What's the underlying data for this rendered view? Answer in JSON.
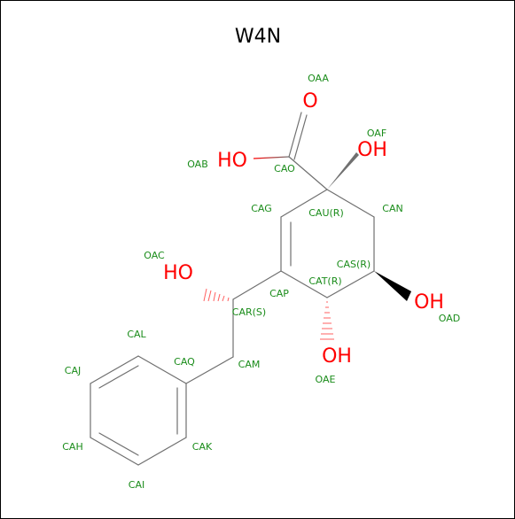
{
  "title": "W4N",
  "colors": {
    "bond": "#707070",
    "atom_label": "#1a8c1a",
    "heteroatom": "#ff0000",
    "title": "#000000"
  },
  "heteroatoms": {
    "o_carbonyl": "O",
    "oh_acid": "HO",
    "oh_quaternary": "OH",
    "oh_side": "HO",
    "oh_cas": "OH",
    "oh_cat": "OH"
  },
  "atom_labels": {
    "OAA": "OAA",
    "OAF": "OAF",
    "OAB": "OAB",
    "CAO": "CAO",
    "CAG": "CAG",
    "CAU": "CAU(R)",
    "CAN": "CAN",
    "OAC": "OAC",
    "CAS": "CAS(R)",
    "CAT": "CAT(R)",
    "CAP": "CAP",
    "CAR": "CAR(S)",
    "OAD": "OAD",
    "CAL": "CAL",
    "CAQ": "CAQ",
    "CAM": "CAM",
    "CAJ": "CAJ",
    "OAE": "OAE",
    "CAH": "CAH",
    "CAK": "CAK",
    "CAI": "CAI"
  }
}
